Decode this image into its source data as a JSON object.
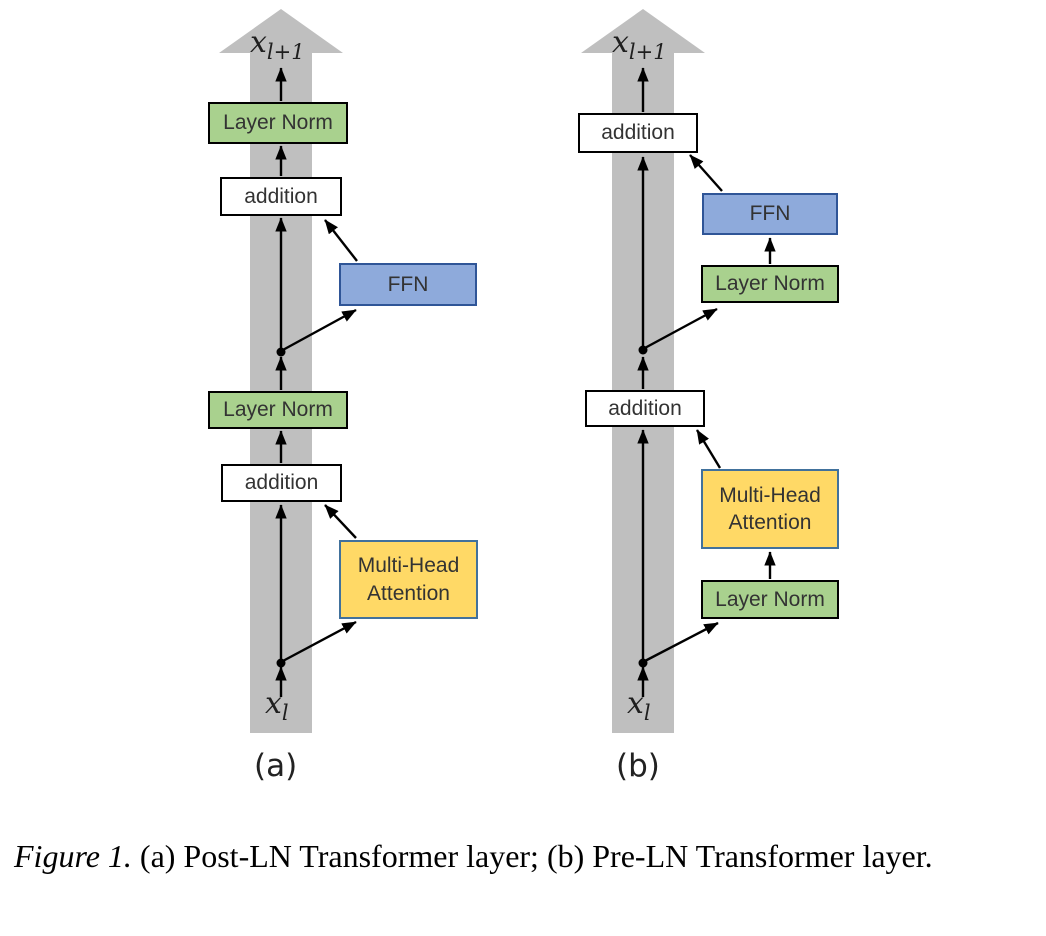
{
  "figure": {
    "caption_prefix": "Figure 1.",
    "caption_body": " (a) Post-LN Transformer layer; (b) Pre-LN Transformer layer."
  },
  "colors": {
    "band-gray": "#BFBFBF",
    "green-fill": "#A9D18E",
    "blue-fill": "#8EAADB",
    "blue-border": "#2F5597",
    "yellow-fill": "#FFD966",
    "yellow-border": "#41719C",
    "box-border": "#000000",
    "box-text": "#333333",
    "arrow-color": "#000000"
  },
  "diagram_a": {
    "label": "(a)",
    "output_base": "x",
    "output_sub": "l+1",
    "input_base": "x",
    "input_sub": "l",
    "boxes": {
      "layer_norm_top": "Layer Norm",
      "addition_top": "addition",
      "ffn": "FFN",
      "layer_norm_bottom": "Layer Norm",
      "addition_bottom": "addition",
      "mha": "Multi-Head Attention"
    }
  },
  "diagram_b": {
    "label": "(b)",
    "output_base": "x",
    "output_sub": "l+1",
    "input_base": "x",
    "input_sub": "l",
    "boxes": {
      "addition_top": "addition",
      "ffn": "FFN",
      "layer_norm_upper": "Layer Norm",
      "addition_mid": "addition",
      "mha": "Multi-Head Attention",
      "layer_norm_lower": "Layer Norm"
    }
  }
}
